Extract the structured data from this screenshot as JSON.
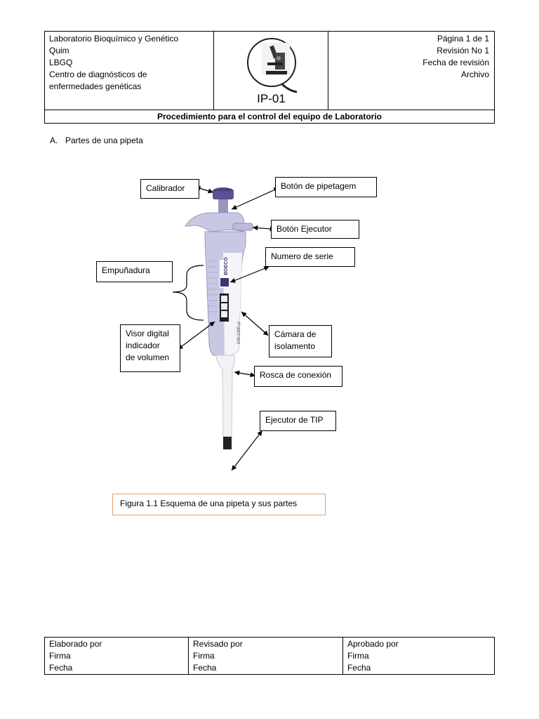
{
  "header": {
    "left_lines": [
      "Laboratorio Bioquímico y Genético",
      "Quim",
      "LBGQ",
      "Centro de diagnósticos de",
      "enfermedades genéticas"
    ],
    "code": "IP-01",
    "right_lines": [
      "Página 1 de 1",
      "Revisión No 1",
      "Fecha de revisión",
      "Archivo"
    ],
    "title": "Procedimiento para el control del equipo de Laboratorio"
  },
  "section": {
    "letter": "A.",
    "title": "Partes de una pipeta"
  },
  "figure": {
    "labels": {
      "calibrador": "Calibrador",
      "boton_pipetagem": "Botón de pipetagem",
      "boton_ejecutor": "Botón Ejecutor",
      "numero_serie": "Numero de serie",
      "empunadura": "Empuñadura",
      "visor": [
        "Visor digital",
        "indicador",
        "de volumen"
      ],
      "camara": [
        "Cámara de",
        "isolamento"
      ],
      "rosca": "Rosca de conexión",
      "ejecutor_tip": "Ejecutor de TIP"
    },
    "brand_text": "BOECO",
    "volume_text": "100-1000 µl",
    "caption": "Figura 1.1 Esquema de una pipeta y sus partes"
  },
  "footer": {
    "columns": [
      {
        "title": "Elaborado por",
        "firma": "Firma",
        "fecha": "Fecha"
      },
      {
        "title": "Revisado por",
        "firma": "Firma",
        "fecha": "Fecha"
      },
      {
        "title": "Aprobado por",
        "firma": "Firma",
        "fecha": "Fecha"
      }
    ]
  },
  "colors": {
    "pipette_body": "#c9c8e4",
    "pipette_dark": "#3a3570",
    "caption_border": "#e0a070"
  }
}
